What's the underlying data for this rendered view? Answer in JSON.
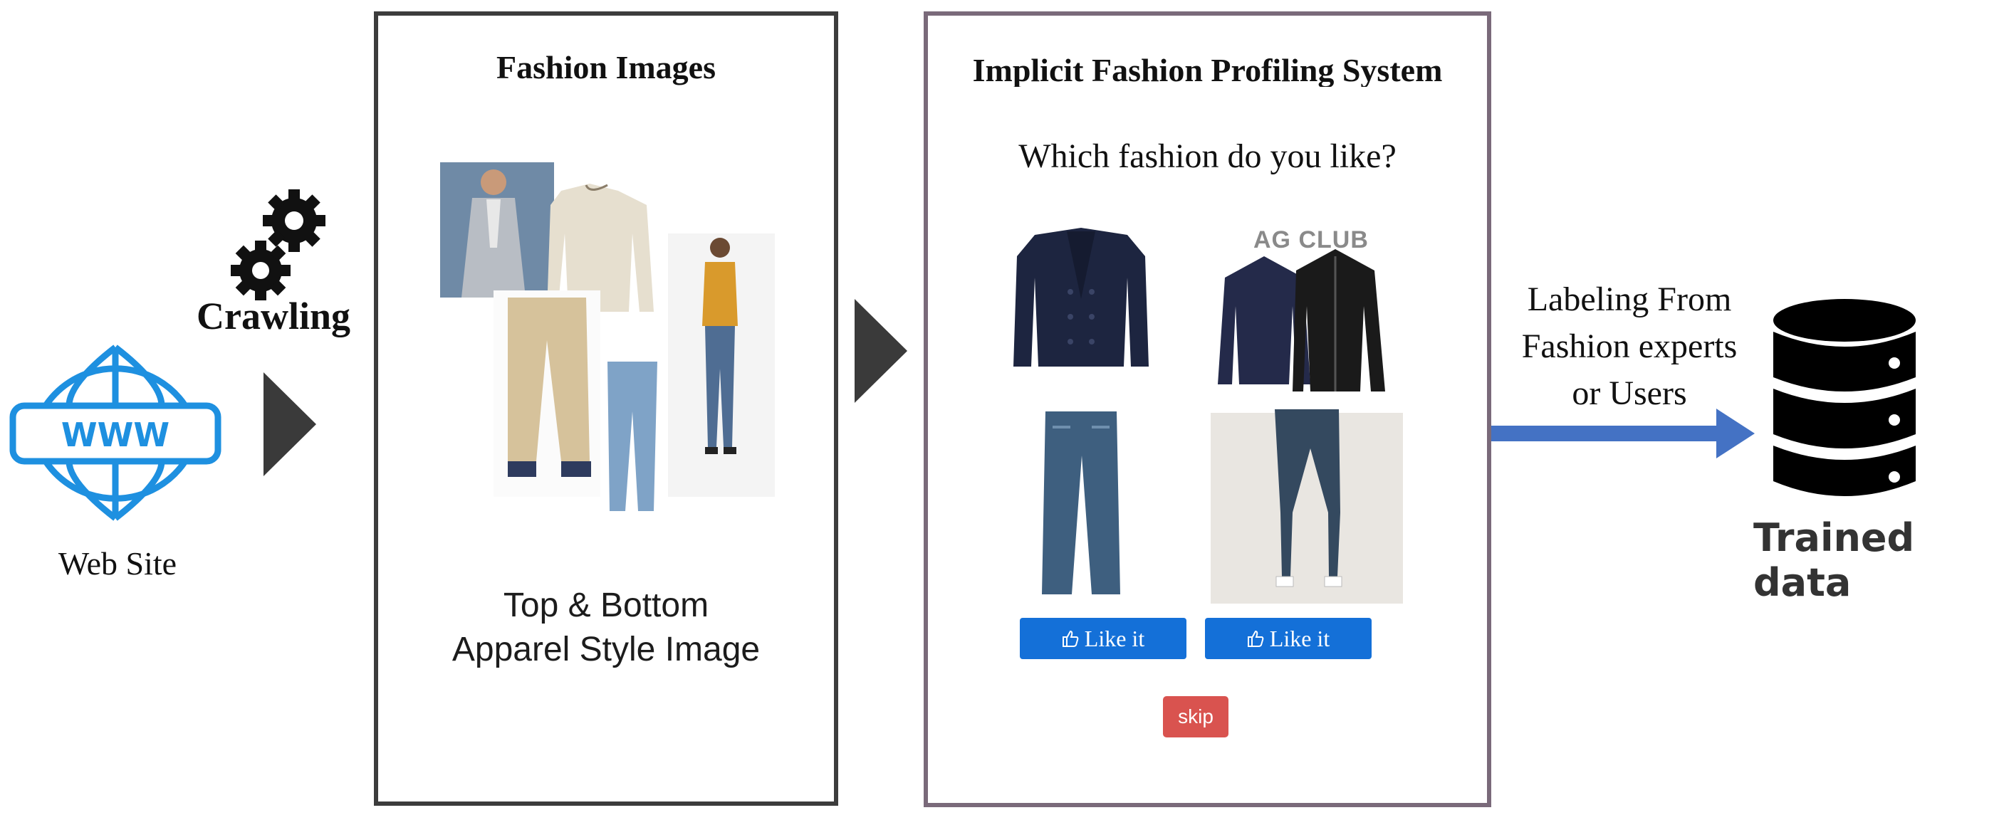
{
  "website": {
    "label": "Web Site",
    "icon": "www-globe-icon",
    "icon_text": "WWW"
  },
  "crawling": {
    "label": "Crawling",
    "icon": "gears-icon"
  },
  "fashion_panel": {
    "title": "Fashion Images",
    "caption_line1": "Top & Bottom",
    "caption_line2": "Apparel Style Image"
  },
  "profiling_panel": {
    "title": "Implicit Fashion Profiling System",
    "question": "Which fashion do you like?",
    "brand": "AG CLUB",
    "like_label_1": "Like it",
    "like_label_2": "Like it",
    "skip_label": "skip"
  },
  "labeling": {
    "line1": "Labeling From",
    "line2": "Fashion experts",
    "line3": "or Users",
    "arrow_color": "#4472c4"
  },
  "database": {
    "label": "Trained data",
    "icon": "database-icon"
  },
  "colors": {
    "globe": "#1e90e0",
    "like_button": "#1470d8",
    "skip_button": "#d9534f",
    "triangle": "#3a3a3a"
  }
}
